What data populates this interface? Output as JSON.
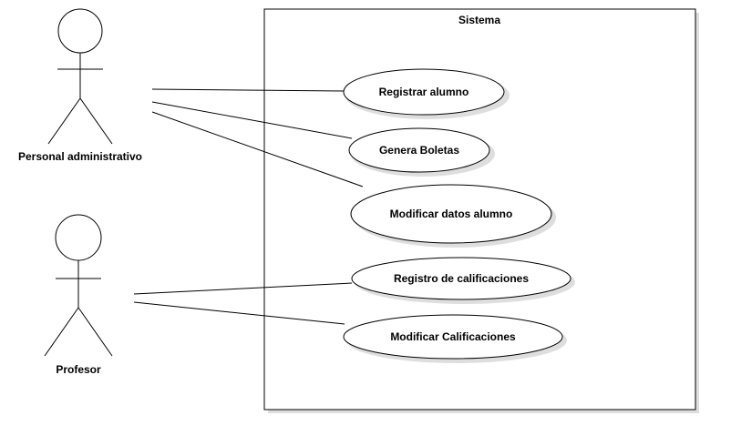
{
  "system": {
    "title": "Sistema"
  },
  "actors": [
    {
      "id": "personal",
      "name": "Personal administrativo"
    },
    {
      "id": "profesor",
      "name": "Profesor"
    }
  ],
  "use_cases": [
    {
      "id": "uc1",
      "name": "Registrar alumno"
    },
    {
      "id": "uc2",
      "name": "Genera Boletas"
    },
    {
      "id": "uc3",
      "name": "Modificar datos alumno"
    },
    {
      "id": "uc4",
      "name": "Registro de calificaciones"
    },
    {
      "id": "uc5",
      "name": "Modificar Calificaciones"
    }
  ],
  "associations": [
    {
      "actor": "personal",
      "use_case": "uc1"
    },
    {
      "actor": "personal",
      "use_case": "uc2"
    },
    {
      "actor": "personal",
      "use_case": "uc3"
    },
    {
      "actor": "profesor",
      "use_case": "uc4"
    },
    {
      "actor": "profesor",
      "use_case": "uc5"
    }
  ],
  "colors": {
    "stroke": "#000000",
    "fill": "#ffffff",
    "shadow": "#000000"
  }
}
